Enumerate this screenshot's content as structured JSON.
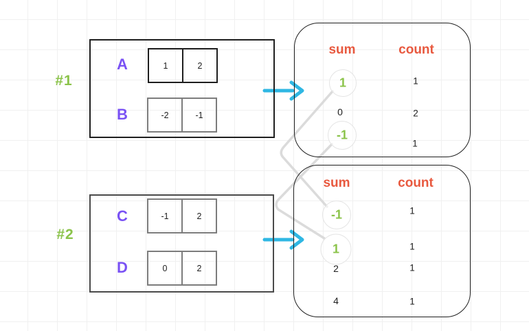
{
  "groups": [
    {
      "id": "#1",
      "rows": [
        {
          "label": "A",
          "cells": [
            "1",
            "2"
          ]
        },
        {
          "label": "B",
          "cells": [
            "-2",
            "-1"
          ]
        }
      ]
    },
    {
      "id": "#2",
      "rows": [
        {
          "label": "C",
          "cells": [
            "-1",
            "2"
          ]
        },
        {
          "label": "D",
          "cells": [
            "0",
            "2"
          ]
        }
      ]
    }
  ],
  "result_tables": [
    {
      "sum_header": "sum",
      "count_header": "count",
      "rows": [
        {
          "sum": "1",
          "count": "1",
          "circled": true
        },
        {
          "sum": "0",
          "count": "2",
          "circled": false
        },
        {
          "sum": "-1",
          "count": "1",
          "circled": true
        }
      ]
    },
    {
      "sum_header": "sum",
      "count_header": "count",
      "rows": [
        {
          "sum": "-1",
          "count": "1",
          "circled": true
        },
        {
          "sum": "1",
          "count": "1",
          "circled": true
        },
        {
          "sum": "2",
          "count": "1",
          "circled": false
        },
        {
          "sum": "4",
          "count": "1",
          "circled": false
        }
      ]
    }
  ],
  "connections": [
    {
      "from": "table-1 sum 1",
      "to": "table-2 sum -1"
    },
    {
      "from": "table-1 sum -1",
      "to": "table-2 sum 1"
    }
  ],
  "colors": {
    "purple": "#7a52f4",
    "green": "#8bc34a",
    "orange_red": "#e8593f",
    "cyan_arrow": "#2fb7e3",
    "black": "#1e1e1e",
    "gray_cell_border": "#7c7c7c",
    "connector_gray": "#d7d7d7"
  }
}
